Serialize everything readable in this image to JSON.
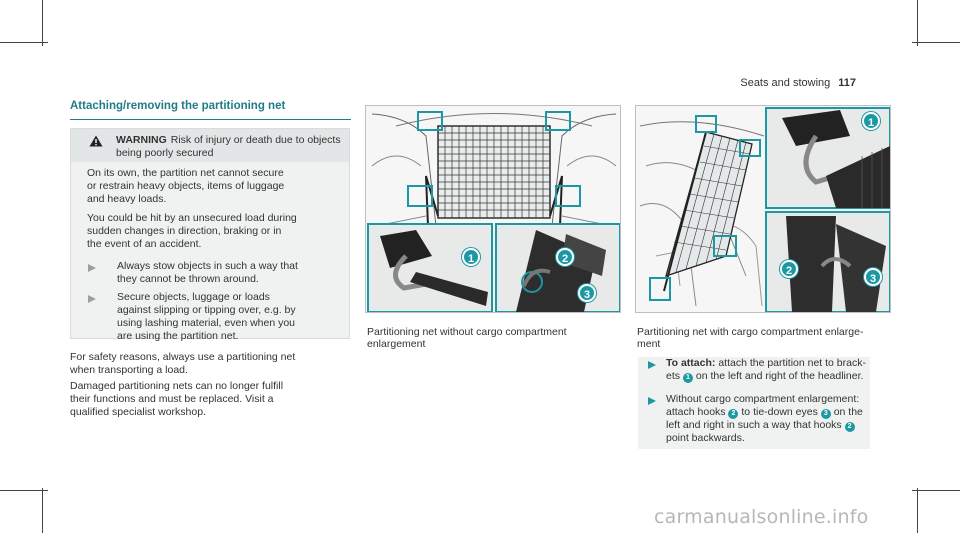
{
  "header": {
    "title": "Seats and stowing",
    "page": "117"
  },
  "section": {
    "title": "Attaching/removing the partitioning net"
  },
  "warning": {
    "label": "WARNING",
    "risk": "Risk of injury or death due to objects being poorly secured",
    "text": [
      "On its own, the partition net cannot secure",
      "or restrain heavy objects, items of luggage",
      "and heavy loads.",
      "You could be hit by an unsecured load during",
      "sudden changes in direction, braking or in",
      "the event of an accident."
    ],
    "bullets": [
      [
        "Always stow objects in such a way that",
        "they cannot be thrown around."
      ],
      [
        "Secure objects, luggage or loads",
        "against slipping or tipping over, e.g. by",
        "using lashing material, even when you",
        "are using the partition net."
      ]
    ]
  },
  "body": {
    "lines": [
      "For safety reasons, always use a partitioning net",
      "when transporting a load.",
      "Damaged partitioning nets can no longer fulfill",
      "their functions and must be replaced. Visit a",
      "qualified specialist workshop."
    ]
  },
  "figures": {
    "left": {
      "caption": [
        "Partitioning net without cargo compartment",
        "enlargement"
      ]
    },
    "right": {
      "caption": [
        "Partitioning net with cargo compartment enlarge-",
        "ment"
      ]
    }
  },
  "callouts": [
    "1",
    "2",
    "3"
  ],
  "instructions": {
    "step1": {
      "label": "To attach:",
      "line1": "attach the partition net to brack-",
      "line2a": "ets",
      "line2b": "on the left and right of the headliner."
    },
    "step2": {
      "line1": "Without cargo compartment enlargement:",
      "line2a": "attach hooks",
      "line2b": "to tie-down eyes",
      "line2c": "on the",
      "line3a": "left and right in such a way that hooks",
      "line4": "point backwards."
    }
  },
  "watermark": "carmanualsonline.info",
  "colors": {
    "accent": "#1f7d88",
    "callout": "#1c98a4",
    "box_bg": "#f0f2f2"
  }
}
